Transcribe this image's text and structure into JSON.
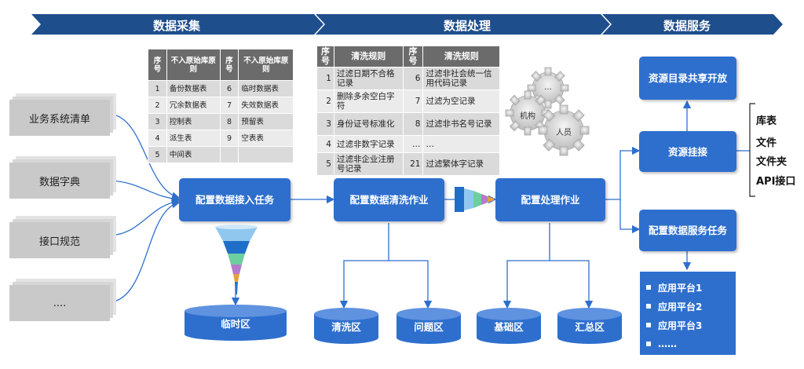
{
  "phases": [
    "数据采集",
    "数据处理",
    "数据服务"
  ],
  "sources": [
    "业务系统清单",
    "数据字典",
    "接口规范",
    "...."
  ],
  "access_rules": {
    "headers": [
      "序号",
      "不入原始库原则",
      "序号",
      "不入原始库原则"
    ],
    "rows": [
      [
        "1",
        "备份数据表",
        "6",
        "临时数据表"
      ],
      [
        "2",
        "冗余数据表",
        "7",
        "失效数据表"
      ],
      [
        "3",
        "控制表",
        "8",
        "预留表"
      ],
      [
        "4",
        "派生表",
        "9",
        "空表表"
      ],
      [
        "5",
        "中间表",
        "",
        ""
      ]
    ]
  },
  "cleaning_rules": {
    "headers": [
      "序号",
      "清洗规则",
      "序号",
      "清洗规则"
    ],
    "rows": [
      [
        "1",
        "过滤日期不合格记录",
        "6",
        "过滤非社会统一信用代码记录"
      ],
      [
        "2",
        "删除多余空白字符",
        "7",
        "过滤为空记录"
      ],
      [
        "3",
        "身份证号标准化",
        "8",
        "过滤非书名号记录"
      ],
      [
        "4",
        "过滤非数字记录",
        "…",
        "…"
      ],
      [
        "5",
        "过滤非企业注册号记录",
        "21",
        "过滤繁体字记录"
      ]
    ]
  },
  "gears": [
    "…",
    "机构",
    "人员"
  ],
  "process_boxes": {
    "ingest": "配置数据接入任务",
    "clean": "配置数据清洗作业",
    "process": "配置处理作业"
  },
  "zones": [
    "临时区",
    "清洗区",
    "问题区",
    "基础区",
    "汇总区"
  ],
  "service_boxes": {
    "catalog": "资源目录共享开放",
    "mount": "资源挂接",
    "task": "配置数据服务任务"
  },
  "mount_targets": [
    "库表",
    "文件",
    "文件夹",
    "API接口"
  ],
  "platforms": [
    "应用平台1",
    "应用平台2",
    "应用平台3",
    "……"
  ],
  "colors": {
    "primary": "#2e6fce",
    "banner": "#1f4e8c",
    "doc": "#c9c9c9",
    "table_header": "#6b6b6b"
  }
}
